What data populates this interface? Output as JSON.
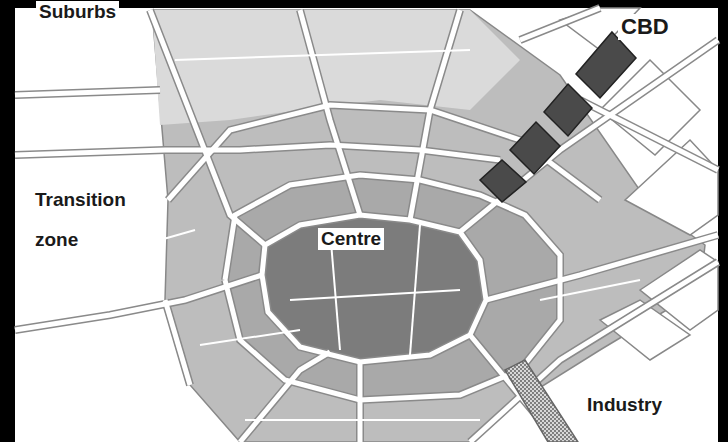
{
  "diagram": {
    "labels": [
      "Suburbs",
      "CBD",
      "Transition zone",
      "Centre",
      "Industry"
    ]
  }
}
